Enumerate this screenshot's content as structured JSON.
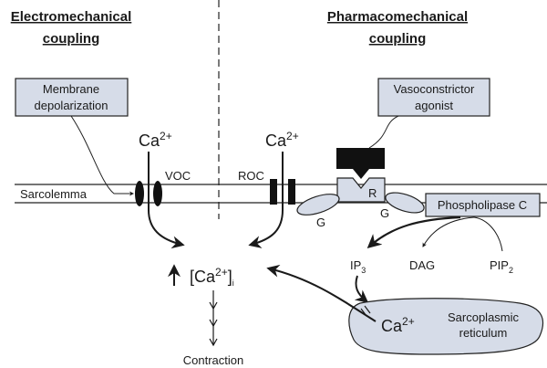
{
  "headers": {
    "left_line1": "Electromechanical",
    "left_line2": "coupling",
    "right_line1": "Pharmacomechanical",
    "right_line2": "coupling"
  },
  "boxes": {
    "membrane_line1": "Membrane",
    "membrane_line2": "depolarization",
    "vaso_line1": "Vasoconstrictor",
    "vaso_line2": "agonist",
    "plc": "Phospholipase C"
  },
  "labels": {
    "sarcolemma": "Sarcolemma",
    "voc": "VOC",
    "roc": "ROC",
    "ca_base": "Ca",
    "ca_sup": "2+",
    "receptor": "R",
    "g": "G",
    "ip3_base": "IP",
    "ip3_sub": "3",
    "dag": "DAG",
    "pip2_base": "PIP",
    "pip2_sub": "2",
    "cai_open": "[Ca",
    "cai_sup": "2+",
    "cai_close": "]",
    "cai_sub": "i",
    "contraction": "Contraction",
    "sr_line1": "Sarcoplasmic",
    "sr_line2": "reticulum"
  },
  "colors": {
    "box_fill": "#d6dce8",
    "ink": "#1a1a1a"
  }
}
